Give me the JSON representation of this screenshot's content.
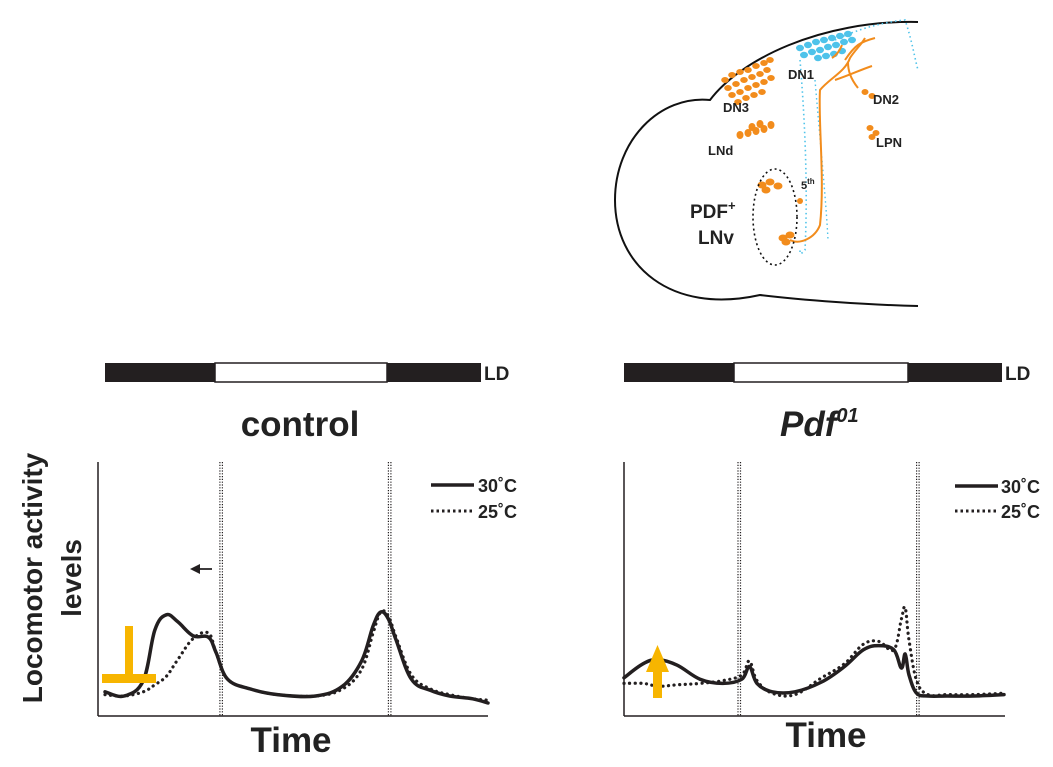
{
  "brain": {
    "labels": {
      "dn1": "DN1",
      "dn2": "DN2",
      "dn3": "DN3",
      "lnd": "LNd",
      "lpn": "LPN",
      "fifth": "5",
      "fifth_sup": "th",
      "pdf": "PDF",
      "pdf_sup": "+",
      "lnv": "LNv"
    },
    "colors": {
      "clock_neuron": "#f28c1c",
      "dn1_cells": "#4fc3ea",
      "outline": "#111111"
    }
  },
  "panels": {
    "control": {
      "ld_label": "LD",
      "title": "control",
      "title_sup": "",
      "ylabel_line1": "Locomotor activity",
      "ylabel_line2": "levels",
      "xlabel": "Time",
      "legend": {
        "solid": "30˚C",
        "dotted": "25˚C"
      }
    },
    "pdf01": {
      "ld_label": "LD",
      "title": "Pdf",
      "title_sup": "01",
      "xlabel": "Time",
      "legend": {
        "solid": "30˚C",
        "dotted": "25˚C"
      }
    }
  },
  "annotation_colors": {
    "arrow_orange": "#f7b500",
    "dark": "#231f20"
  },
  "chart_data": [
    {
      "type": "line",
      "panel": "control",
      "title": "control",
      "xlabel": "Time",
      "ylabel": "Locomotor activity levels",
      "light_schedule": [
        "dark",
        "light",
        "dark"
      ],
      "light_schedule_label": "LD",
      "legend_position": "top-right",
      "x": [
        0.0,
        0.05,
        0.1,
        0.13,
        0.16,
        0.19,
        0.23,
        0.27,
        0.29,
        0.32,
        0.38,
        0.45,
        0.55,
        0.62,
        0.67,
        0.7,
        0.72,
        0.74,
        0.76,
        0.8,
        0.85,
        0.9,
        0.96,
        1.0
      ],
      "series": [
        {
          "name": "30˚C",
          "style": "solid",
          "values": [
            0.08,
            0.05,
            0.16,
            0.52,
            0.63,
            0.58,
            0.48,
            0.47,
            0.36,
            0.17,
            0.1,
            0.06,
            0.05,
            0.12,
            0.3,
            0.55,
            0.65,
            0.6,
            0.45,
            0.17,
            0.09,
            0.05,
            0.03,
            0.0
          ]
        },
        {
          "name": "25˚C",
          "style": "dotted",
          "values": [
            0.06,
            0.05,
            0.08,
            0.13,
            0.19,
            0.31,
            0.46,
            0.5,
            0.36,
            0.17,
            0.1,
            0.06,
            0.05,
            0.1,
            0.24,
            0.5,
            0.65,
            0.62,
            0.47,
            0.2,
            0.1,
            0.06,
            0.03,
            0.02
          ]
        }
      ],
      "vertical_markers_x": [
        0.3,
        0.74
      ],
      "annotations": {
        "phase_arrow": "left",
        "suppression_symbol": "orange-inverted-T"
      }
    },
    {
      "type": "line",
      "panel": "pdf01",
      "title": "Pdf01",
      "xlabel": "Time",
      "light_schedule": [
        "dark",
        "light",
        "dark"
      ],
      "light_schedule_label": "LD",
      "legend_position": "top-right",
      "x": [
        0.0,
        0.05,
        0.09,
        0.14,
        0.2,
        0.26,
        0.31,
        0.33,
        0.35,
        0.39,
        0.45,
        0.52,
        0.58,
        0.63,
        0.67,
        0.71,
        0.73,
        0.74,
        0.75,
        0.77,
        0.8,
        0.85,
        0.92,
        1.0
      ],
      "series": [
        {
          "name": "30˚C",
          "style": "solid",
          "values": [
            0.18,
            0.28,
            0.31,
            0.27,
            0.17,
            0.14,
            0.17,
            0.26,
            0.14,
            0.08,
            0.08,
            0.15,
            0.26,
            0.38,
            0.41,
            0.38,
            0.25,
            0.35,
            0.2,
            0.07,
            0.05,
            0.05,
            0.05,
            0.06
          ]
        },
        {
          "name": "25˚C",
          "style": "dotted",
          "values": [
            0.14,
            0.14,
            0.12,
            0.13,
            0.14,
            0.16,
            0.2,
            0.3,
            0.16,
            0.07,
            0.06,
            0.18,
            0.28,
            0.42,
            0.44,
            0.38,
            0.6,
            0.68,
            0.45,
            0.16,
            0.06,
            0.06,
            0.06,
            0.07
          ]
        }
      ],
      "vertical_markers_x": [
        0.3,
        0.77
      ],
      "annotations": {
        "phase_arrow": "up"
      }
    }
  ]
}
